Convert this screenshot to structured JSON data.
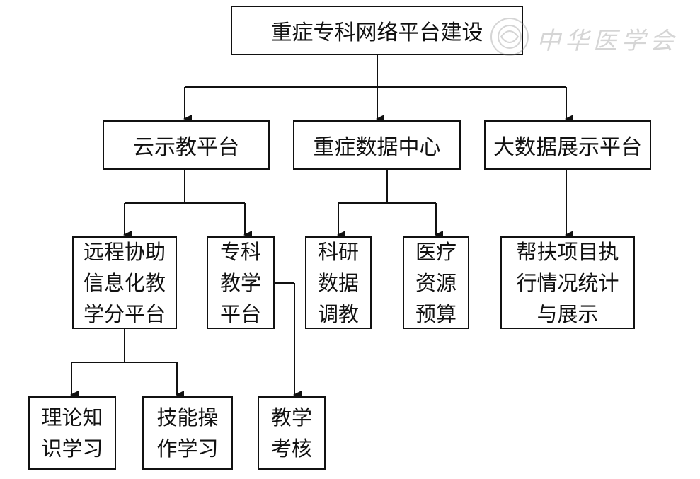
{
  "title": "重症专科网络平台建设",
  "level1": {
    "yunshijiao": "云示教平台",
    "zhongzheng_data": "重症数据中心",
    "big_data": "大数据展示平台"
  },
  "level2": {
    "remote": [
      "远程协助",
      "信息化教",
      "学分平台"
    ],
    "specialty": [
      "专科",
      "教学",
      "平台"
    ],
    "research": [
      "科研",
      "数据",
      "调教"
    ],
    "medical": [
      "医疗",
      "资源",
      "预算"
    ],
    "support": [
      "帮扶项目执",
      "行情况统计",
      "与展示"
    ]
  },
  "level3": {
    "theory": [
      "理论知",
      "识学习"
    ],
    "skill": [
      "技能操",
      "作学习"
    ],
    "exam": [
      "教学",
      "考核"
    ]
  },
  "watermark": {
    "text": "中华医学会"
  }
}
